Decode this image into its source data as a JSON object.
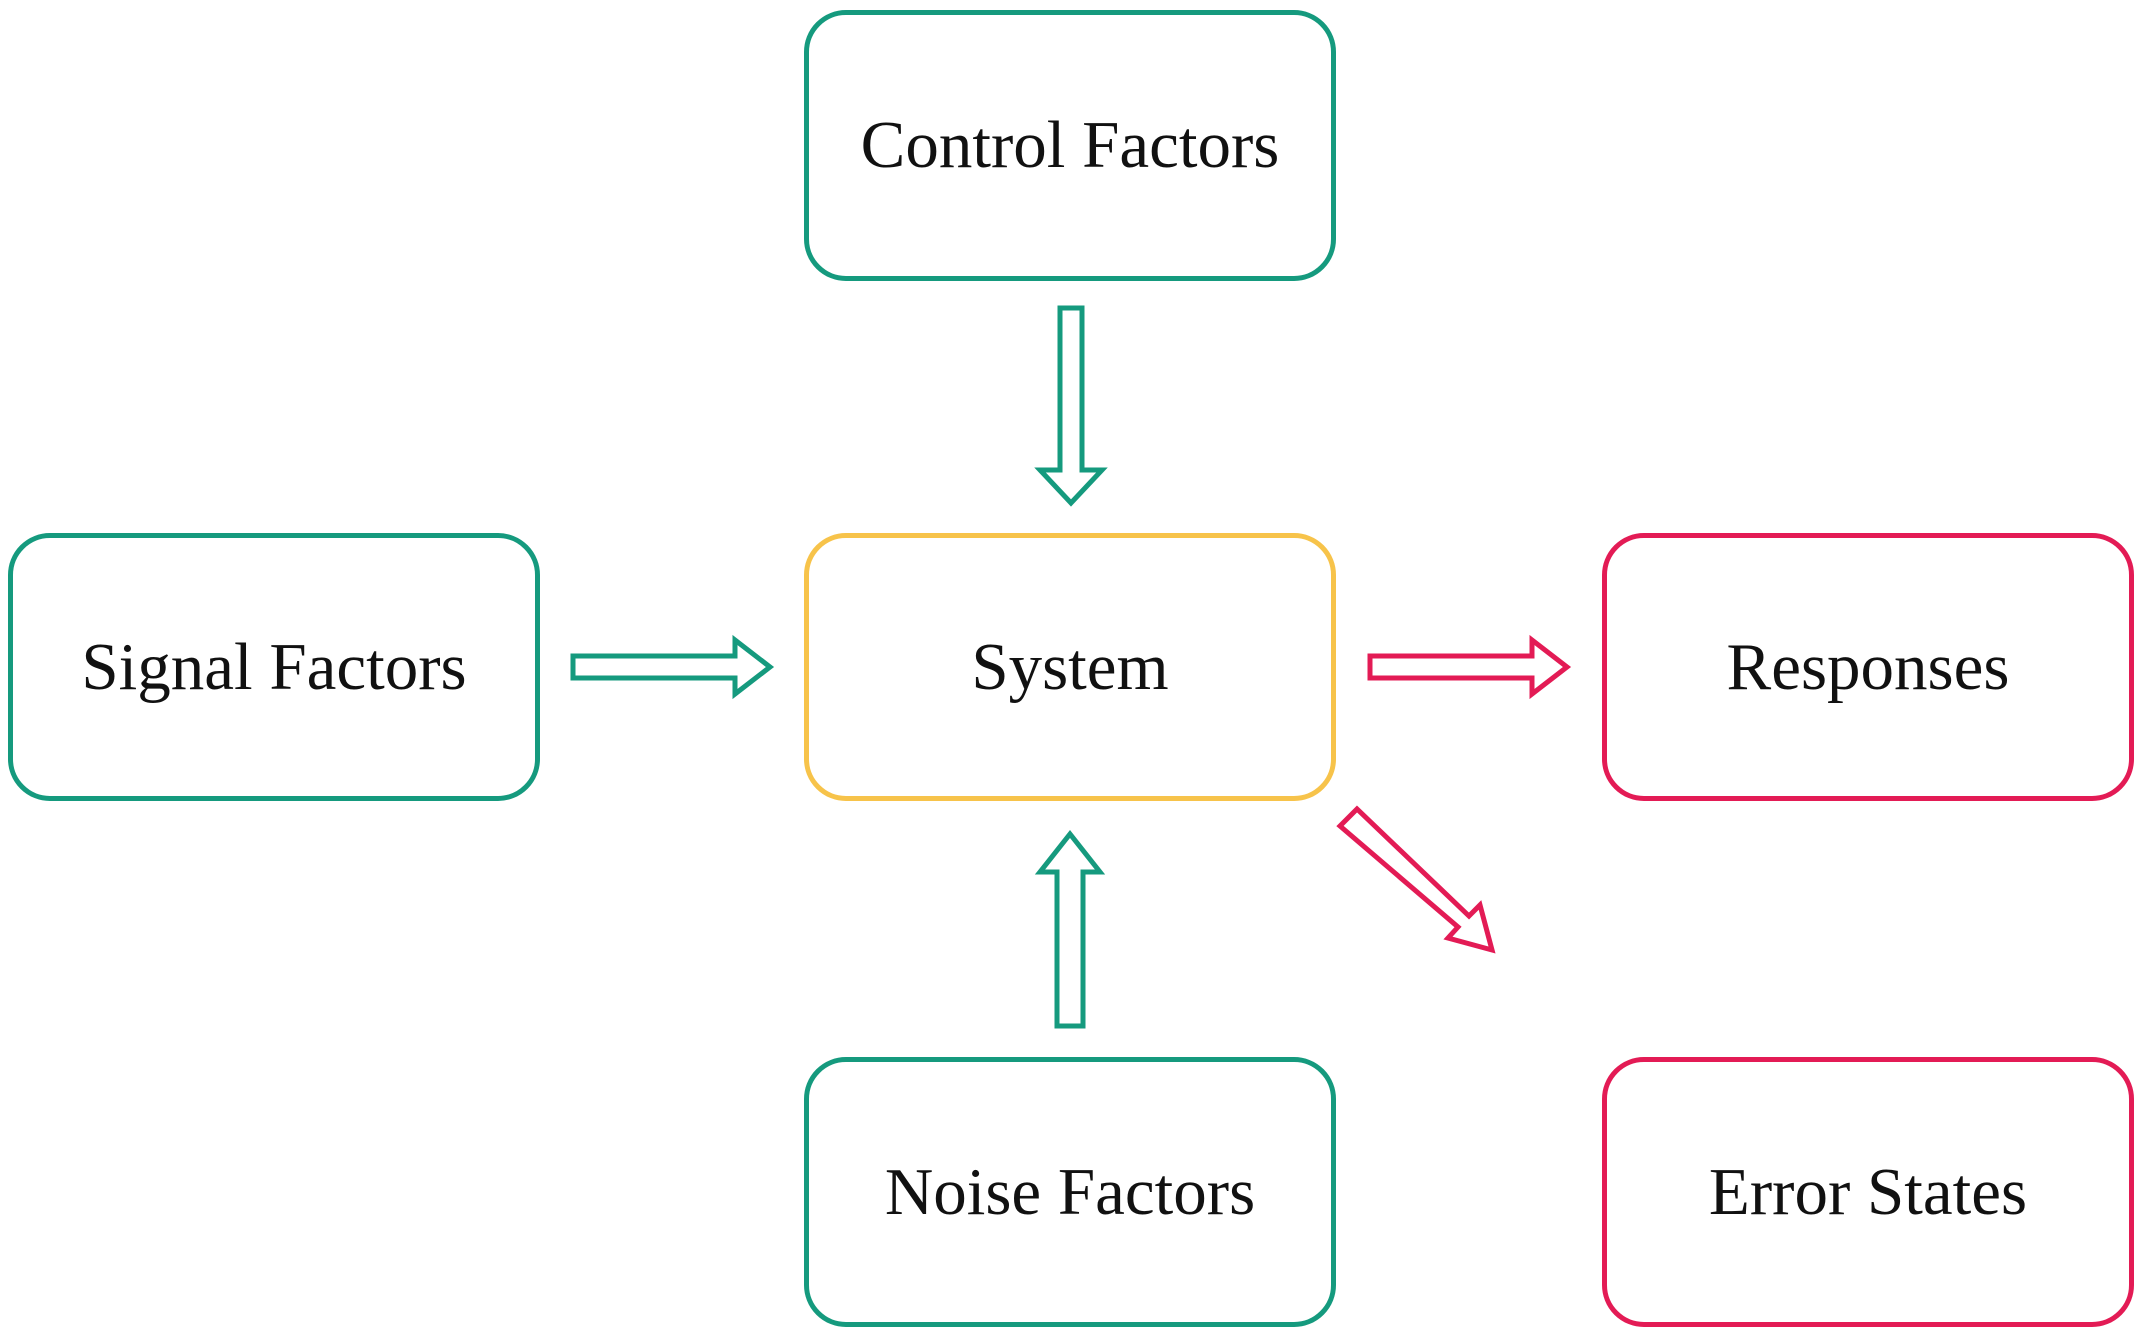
{
  "diagram": {
    "nodes": {
      "control_factors": "Control Factors",
      "signal_factors": "Signal Factors",
      "system": "System",
      "responses": "Responses",
      "noise_factors": "Noise Factors",
      "error_states": "Error States"
    },
    "colors": {
      "input_factor": "#159a7e",
      "system": "#f7c34a",
      "output": "#e31b55"
    },
    "connections": [
      {
        "from": "Control Factors",
        "to": "System"
      },
      {
        "from": "Signal Factors",
        "to": "System"
      },
      {
        "from": "Noise Factors",
        "to": "System"
      },
      {
        "from": "System",
        "to": "Responses"
      },
      {
        "from": "System",
        "to": "Error States"
      }
    ]
  }
}
